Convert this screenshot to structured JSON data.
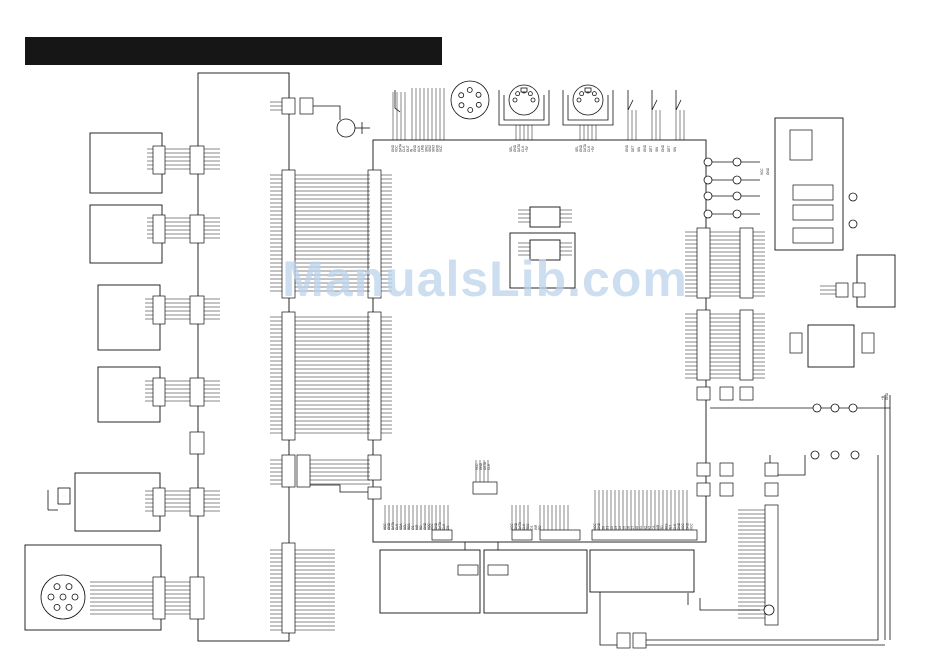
{
  "page": {
    "header_bar_text": "",
    "watermark": "ManualsLib.com"
  },
  "diagram": {
    "main_board": {
      "label": ""
    },
    "pin_labels": {
      "top_left_connector": [
        "GND",
        "VCC",
        "DATA",
        "CLK",
        "OUT",
        "IN",
        "GND",
        "AUX",
        "LINE",
        "SW1",
        "SW2",
        "SW3",
        "GND",
        "VCC"
      ],
      "din_left": [
        "SEL",
        "GND",
        "DATA",
        "CLK",
        "+5V"
      ],
      "din_right": [
        "SEL",
        "GND",
        "DATA",
        "CLK",
        "+5V"
      ],
      "switch_group": [
        "GND",
        "DET",
        "SW",
        "GND",
        "DET",
        "SW",
        "GND",
        "DET",
        "SW"
      ],
      "bottom_block_a": [
        "VCC",
        "GND",
        "DATA",
        "CLK",
        "SDA",
        "SCL",
        "RES",
        "CS",
        "WR",
        "RD",
        "GND",
        "VCC"
      ],
      "bottom_block_b": [
        "VCC",
        "GND",
        "DATA",
        "CLK",
        "CS"
      ],
      "bottom_block_c": [
        "VCC",
        "GND",
        "DATA",
        "CLK",
        "RES",
        "CS",
        "WR",
        "RD"
      ],
      "bottom_block_d": [
        "VCC",
        "GND",
        "D0",
        "D1",
        "D2",
        "D3",
        "D4",
        "D5",
        "D6",
        "D7",
        "A0",
        "A1",
        "A2",
        "A3",
        "CS",
        "WR",
        "RD",
        "RES",
        "INT",
        "CLK",
        "GND",
        "VCC",
        "GND",
        "VCC"
      ],
      "center_connector": [
        "VCC",
        "GND",
        "DATA",
        "CLK"
      ],
      "right_power": [
        "VCC",
        "GND"
      ],
      "right_bottom": [
        "+B",
        "GND"
      ]
    }
  }
}
